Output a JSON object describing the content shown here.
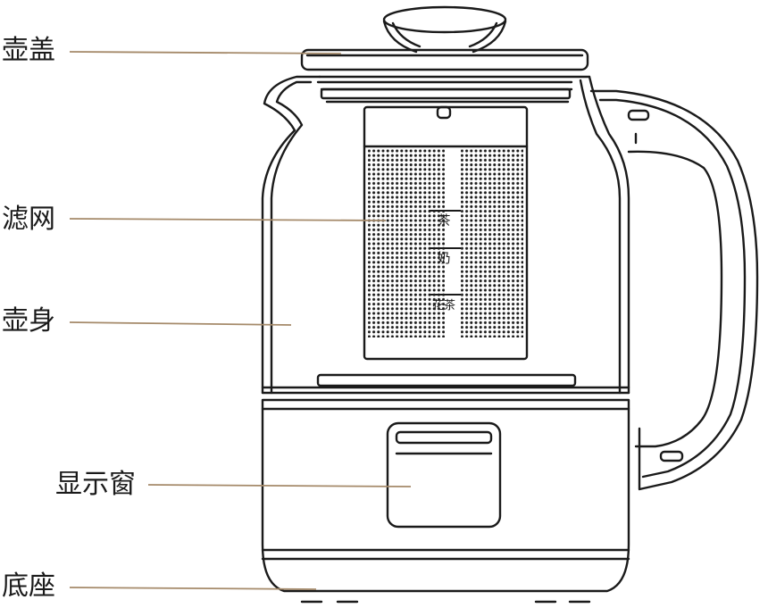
{
  "diagram": {
    "labels": {
      "lid": "壶盖",
      "filter": "滤网",
      "body": "壶身",
      "display_window": "显示窗",
      "base": "底座"
    },
    "scale_marks": [
      "茶",
      "奶",
      "花茶"
    ],
    "colors": {
      "outline": "#1a1a1a",
      "leader_line": "#a58a6a",
      "background": "#ffffff",
      "text": "#1a1a1a"
    }
  }
}
